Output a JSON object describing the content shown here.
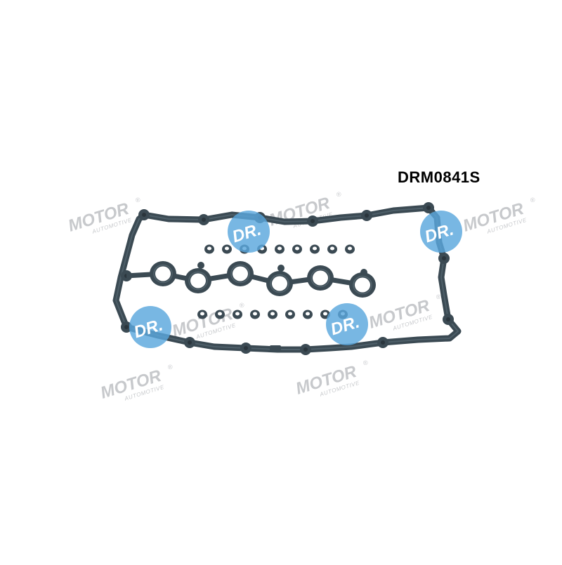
{
  "product": {
    "code": "DRM0841S",
    "code_color": "#000000"
  },
  "watermark": {
    "brand": "DR.MOTOR",
    "badge_text": "DR.",
    "wordmark": "MOTOR",
    "sub": "AUTOMOTIVE",
    "registered": "®",
    "badge_color": "#5aa7dd",
    "text_color": "#c7c9cc"
  },
  "gasket": {
    "color": "#3b4a53",
    "highlight": "#5c6e78",
    "spark_plug_seals": 6,
    "small_seals_top_row": 9,
    "small_seals_bottom_row": 9
  }
}
